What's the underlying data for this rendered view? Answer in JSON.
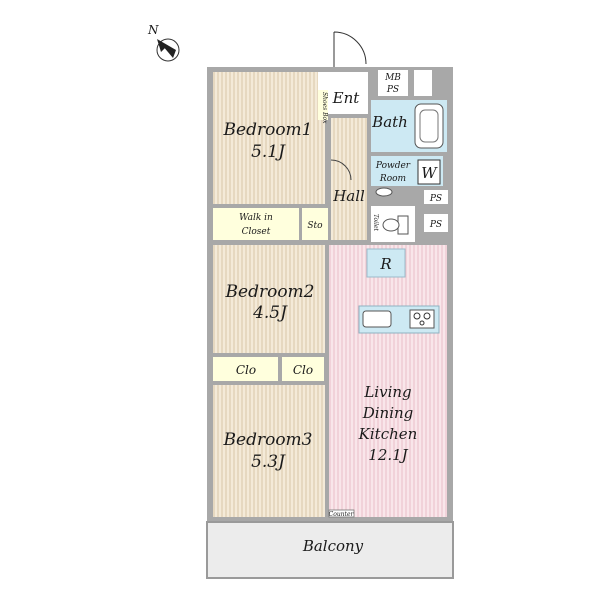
{
  "compass": {
    "letter": "N",
    "icon": "north-arrow-icon"
  },
  "rooms": {
    "bedroom1": {
      "name": "Bedroom1",
      "size": "5.1J"
    },
    "bedroom2": {
      "name": "Bedroom2",
      "size": "4.5J"
    },
    "bedroom3": {
      "name": "Bedroom3",
      "size": "5.3J"
    },
    "ldk": {
      "line1": "Living",
      "line2": "Dining",
      "line3": "Kitchen",
      "size": "12.1J"
    },
    "bath": "Bath",
    "powder": {
      "line1": "Powder",
      "line2": "Room"
    },
    "washer": "W",
    "hall": "Hall",
    "entrance": "Ent",
    "shoe_box": "Shoes Box",
    "walk_in": {
      "line1": "Walk in",
      "line2": "Closet"
    },
    "storage": "Sto",
    "closet_left": "Clo",
    "closet_right": "Clo",
    "toilet": "Toilet",
    "fridge": "R",
    "counter": "Counter",
    "balcony": "Balcony"
  },
  "shafts": {
    "mb": "MB",
    "ps_top": "PS",
    "ps_1": "PS",
    "ps_2": "PS"
  }
}
